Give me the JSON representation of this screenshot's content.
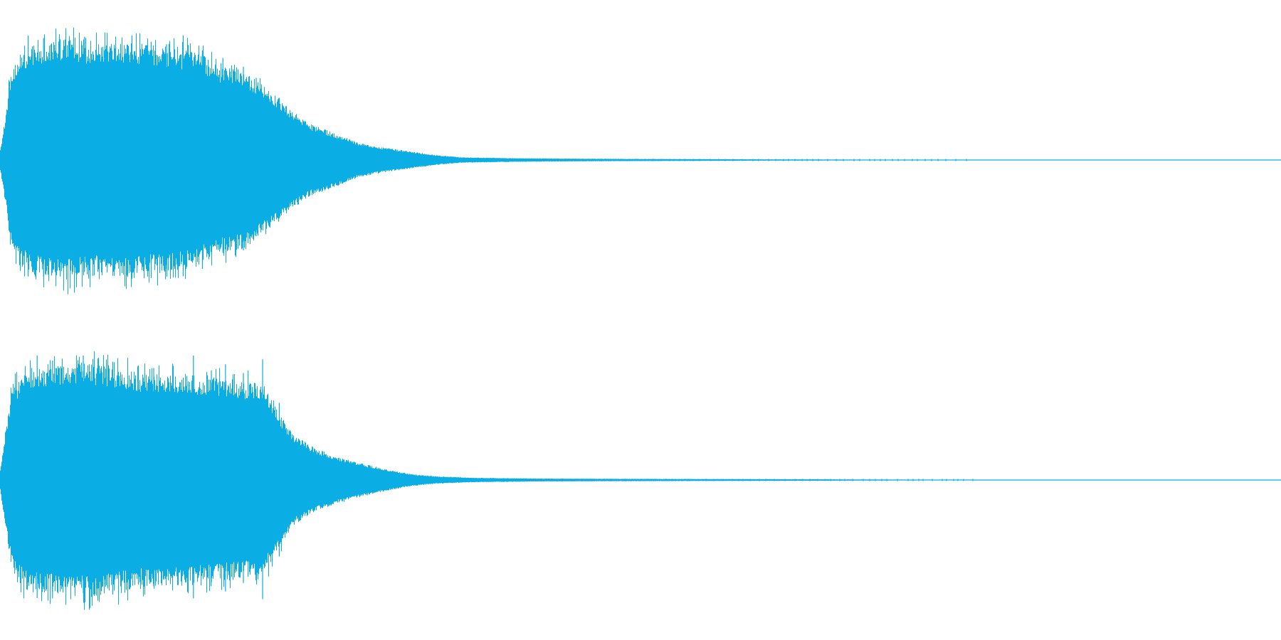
{
  "waveform": {
    "color": "#0aaee4",
    "background": "#ffffff",
    "duration_fraction_visible": 1.0,
    "channels": [
      {
        "id": "channel-1",
        "envelope": [
          [
            0.0,
            0.08
          ],
          [
            0.004,
            0.35
          ],
          [
            0.008,
            0.7
          ],
          [
            0.015,
            0.86
          ],
          [
            0.03,
            0.94
          ],
          [
            0.05,
            0.97
          ],
          [
            0.075,
            0.93
          ],
          [
            0.1,
            0.96
          ],
          [
            0.125,
            0.9
          ],
          [
            0.15,
            0.88
          ],
          [
            0.17,
            0.76
          ],
          [
            0.19,
            0.72
          ],
          [
            0.205,
            0.6
          ],
          [
            0.215,
            0.52
          ],
          [
            0.225,
            0.42
          ],
          [
            0.24,
            0.3
          ],
          [
            0.26,
            0.22
          ],
          [
            0.28,
            0.14
          ],
          [
            0.3,
            0.1
          ],
          [
            0.32,
            0.07
          ],
          [
            0.34,
            0.04
          ],
          [
            0.36,
            0.022
          ],
          [
            0.4,
            0.015
          ],
          [
            0.46,
            0.01
          ],
          [
            0.52,
            0.008
          ],
          [
            0.58,
            0.006
          ],
          [
            0.62,
            0.005
          ],
          [
            0.7,
            0.003
          ],
          [
            0.8,
            0.002
          ],
          [
            1.0,
            0.001
          ]
        ],
        "spikes": [
          [
            0.022,
            1.0
          ],
          [
            0.034,
            0.98
          ],
          [
            0.047,
            0.97
          ],
          [
            0.066,
            0.99
          ],
          [
            0.083,
            0.92
          ],
          [
            0.103,
            1.0
          ],
          [
            0.118,
            0.95
          ],
          [
            0.13,
            0.93
          ],
          [
            0.143,
            1.0
          ],
          [
            0.158,
            0.88
          ],
          [
            0.174,
            0.82
          ],
          [
            0.19,
            0.75
          ],
          [
            0.2,
            0.66
          ],
          [
            0.218,
            0.5
          ]
        ]
      },
      {
        "id": "channel-2",
        "envelope": [
          [
            0.0,
            0.08
          ],
          [
            0.004,
            0.4
          ],
          [
            0.009,
            0.72
          ],
          [
            0.016,
            0.84
          ],
          [
            0.03,
            0.9
          ],
          [
            0.05,
            0.92
          ],
          [
            0.07,
            0.94
          ],
          [
            0.09,
            0.9
          ],
          [
            0.11,
            0.86
          ],
          [
            0.13,
            0.85
          ],
          [
            0.15,
            0.84
          ],
          [
            0.17,
            0.82
          ],
          [
            0.185,
            0.8
          ],
          [
            0.2,
            0.78
          ],
          [
            0.21,
            0.7
          ],
          [
            0.22,
            0.5
          ],
          [
            0.23,
            0.36
          ],
          [
            0.245,
            0.26
          ],
          [
            0.26,
            0.2
          ],
          [
            0.28,
            0.14
          ],
          [
            0.3,
            0.09
          ],
          [
            0.32,
            0.05
          ],
          [
            0.34,
            0.03
          ],
          [
            0.37,
            0.018
          ],
          [
            0.42,
            0.012
          ],
          [
            0.48,
            0.01
          ],
          [
            0.56,
            0.008
          ],
          [
            0.64,
            0.006
          ],
          [
            0.7,
            0.004
          ],
          [
            0.76,
            0.003
          ],
          [
            1.0,
            0.001
          ]
        ],
        "spikes": [
          [
            0.029,
            1.0
          ],
          [
            0.041,
            0.96
          ],
          [
            0.065,
            1.0
          ],
          [
            0.088,
            0.95
          ],
          [
            0.108,
            0.92
          ],
          [
            0.12,
            0.9
          ],
          [
            0.151,
            1.0
          ],
          [
            0.165,
            0.88
          ],
          [
            0.176,
            0.93
          ],
          [
            0.19,
            0.86
          ],
          [
            0.205,
            0.97
          ],
          [
            0.218,
            0.62
          ]
        ]
      }
    ]
  }
}
